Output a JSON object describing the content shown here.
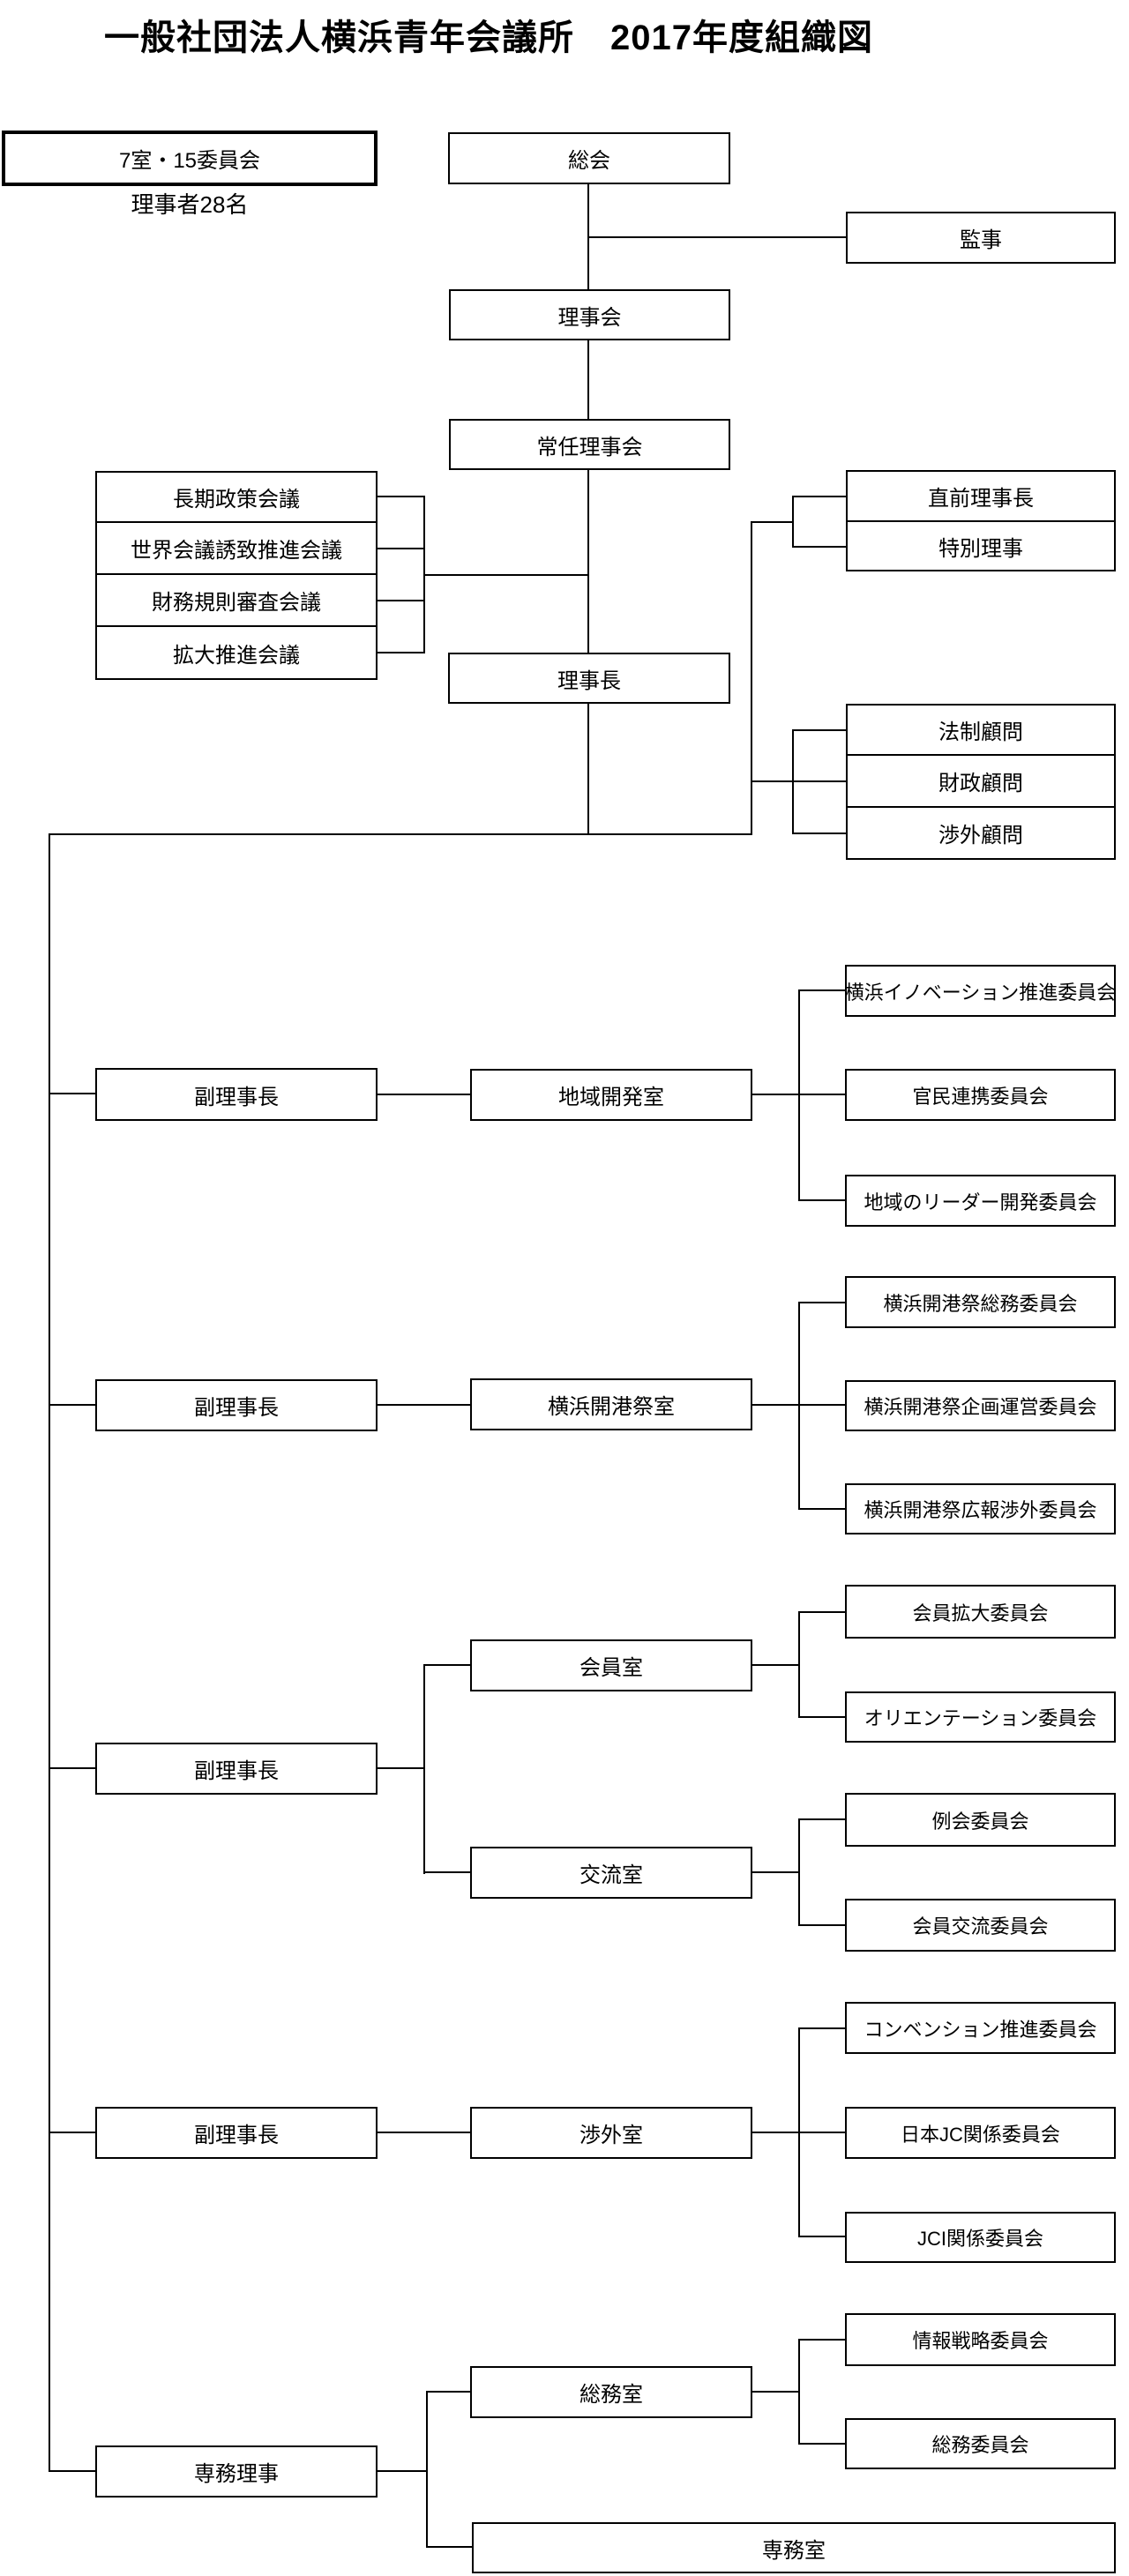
{
  "title": "一般社団法人横浜青年会議所　2017年度組織図",
  "legend": {
    "label": "7室・15委員会",
    "note": "理事者28名"
  },
  "nodes": {
    "sokai": "総会",
    "kanji": "監事",
    "rijikai": "理事会",
    "jonin_rijikai": "常任理事会",
    "choki_seisaku": "長期政策会議",
    "sekai_kaigi": "世界会議誘致推進会議",
    "zaimu_kisoku": "財務規則審査会議",
    "kakudai_suishin": "拡大推進会議",
    "chokuzen_richo": "直前理事長",
    "tokubetsu_riji": "特別理事",
    "richo": "理事長",
    "hosei_komon": "法制顧問",
    "zaisei_komon": "財政顧問",
    "shogai_komon": "渉外顧問",
    "fuku_richo_1": "副理事長",
    "fuku_richo_2": "副理事長",
    "fuku_richo_3": "副理事長",
    "fuku_richo_4": "副理事長",
    "senmu_riji": "専務理事",
    "chiiki_kaihatsu": "地域開発室",
    "yokohama_kaikosai": "横浜開港祭室",
    "kaiin_shitsu": "会員室",
    "koryu_shitsu": "交流室",
    "shogai_shitsu": "渉外室",
    "somu_shitsu": "総務室",
    "senmu_shitsu": "専務室",
    "innovation": "横浜イノベーション推進委員会",
    "kanmin": "官民連携委員会",
    "chiiki_leader": "地域のリーダー開発委員会",
    "kaikosai_somu": "横浜開港祭総務委員会",
    "kaikosai_kikaku": "横浜開港祭企画運営委員会",
    "kaikosai_koho": "横浜開港祭広報渉外委員会",
    "kaiin_kakudai": "会員拡大委員会",
    "orientation": "オリエンテーション委員会",
    "reikai": "例会委員会",
    "kaiin_koryu": "会員交流委員会",
    "convention": "コンベンション推進委員会",
    "nihon_jc": "日本JC関係委員会",
    "jci": "JCI関係委員会",
    "joho_senryaku": "情報戦略委員会",
    "somu_iinkai": "総務委員会"
  }
}
